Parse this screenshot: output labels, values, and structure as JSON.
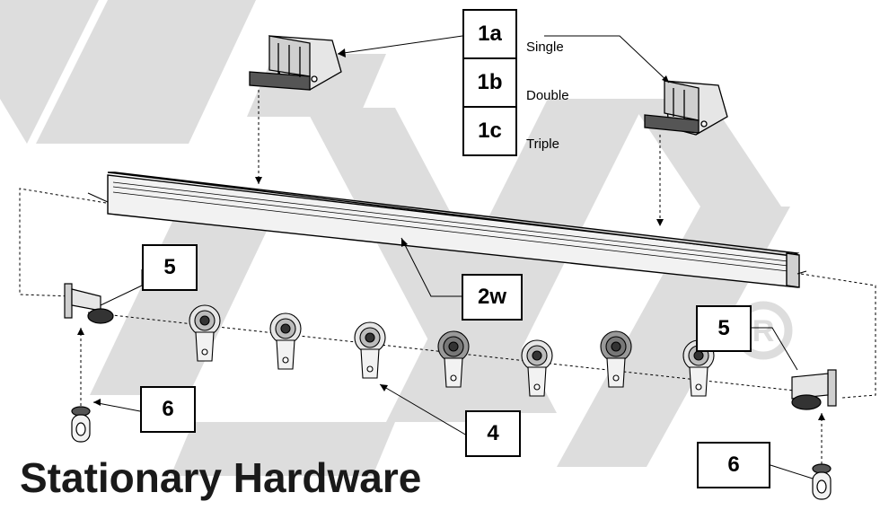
{
  "title": "Stationary Hardware",
  "colors": {
    "watermark": "#d2d2d2",
    "line": "#000000",
    "part_fill": "#e6e6e6",
    "part_dark": "#555555"
  },
  "callouts": {
    "c1a": "1a",
    "c1b": "1b",
    "c1c": "1c",
    "c2w": "2w",
    "c4": "4",
    "c5_left": "5",
    "c5_right": "5",
    "c6_left": "6",
    "c6_right": "6"
  },
  "variants": {
    "single": "Single",
    "double": "Double",
    "triple": "Triple"
  }
}
